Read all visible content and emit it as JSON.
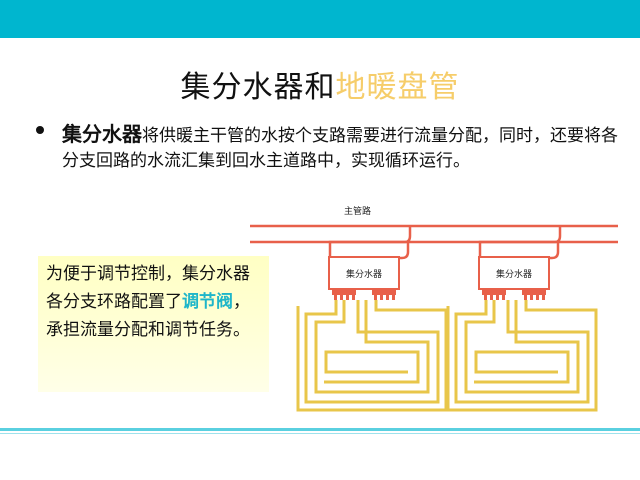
{
  "slide": {
    "title_main": "集分水器和",
    "title_highlight": "地暖盘管",
    "bullet_term": "集分水器",
    "bullet_text": "将供暖主干管的水按个支路需要进行流量分配，同时，还要将各分支回路的水流汇集到回水主道路中，实现循环运行。",
    "note_part1": "为便于调节控制，集分水器各分支环路配置了",
    "note_highlight": "调节阀",
    "note_part2": "，承担流量分配和调节任务。"
  },
  "diagram": {
    "main_pipe_label": "主管路",
    "manifold_label_left": "集分水器",
    "manifold_label_right": "集分水器"
  },
  "colors": {
    "accent_bar": "#00b6cf",
    "title_highlight": "#f6cd6a",
    "note_highlight": "#1fb6c9",
    "pipe_red": "#e8604a",
    "coil_yellow": "#e8c64a"
  }
}
